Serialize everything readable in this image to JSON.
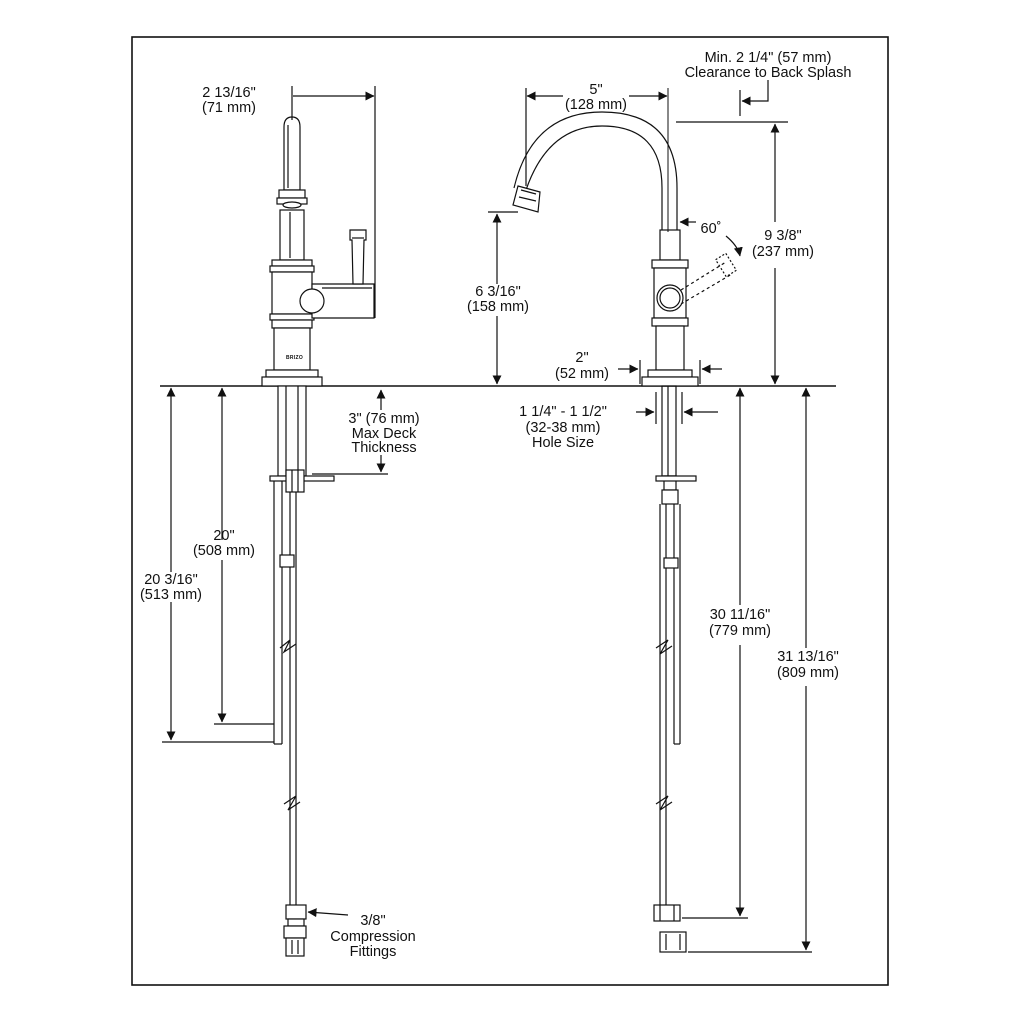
{
  "brand_mark": "BRIZO",
  "side_view": {
    "reach_top": {
      "imperial": "2 13/16\"",
      "metric": "(71 mm)"
    },
    "max_deck": {
      "line1": "3\" (76 mm)",
      "line2": "Max Deck",
      "line3": "Thickness"
    },
    "shank_length": {
      "imperial": "20\"",
      "metric": "(508 mm)"
    },
    "overall_below_deck": {
      "imperial": "20 3/16\"",
      "metric": "(513 mm)"
    },
    "fittings": {
      "line1": "3/8\"",
      "line2": "Compression",
      "line3": "Fittings"
    }
  },
  "front_view": {
    "backsplash": {
      "line1": "Min. 2 1/4\" (57 mm)",
      "line2": "Clearance to Back Splash"
    },
    "spout_reach": {
      "imperial": "5\"",
      "metric": "(128 mm)"
    },
    "handle_angle": "60˚",
    "overall_height": {
      "imperial": "9 3/8\"",
      "metric": "(237 mm)"
    },
    "spout_height": {
      "imperial": "6 3/16\"",
      "metric": "(158 mm)"
    },
    "base_diameter": {
      "imperial": "2\"",
      "metric": "(52 mm)"
    },
    "hole_size": {
      "line1": "1 1/4\" - 1 1/2\"",
      "line2": "(32-38 mm)",
      "line3": "Hole Size"
    },
    "supply_length": {
      "imperial": "30 11/16\"",
      "metric": "(779 mm)"
    },
    "overall_supply": {
      "imperial": "31 13/16\"",
      "metric": "(809 mm)"
    }
  }
}
